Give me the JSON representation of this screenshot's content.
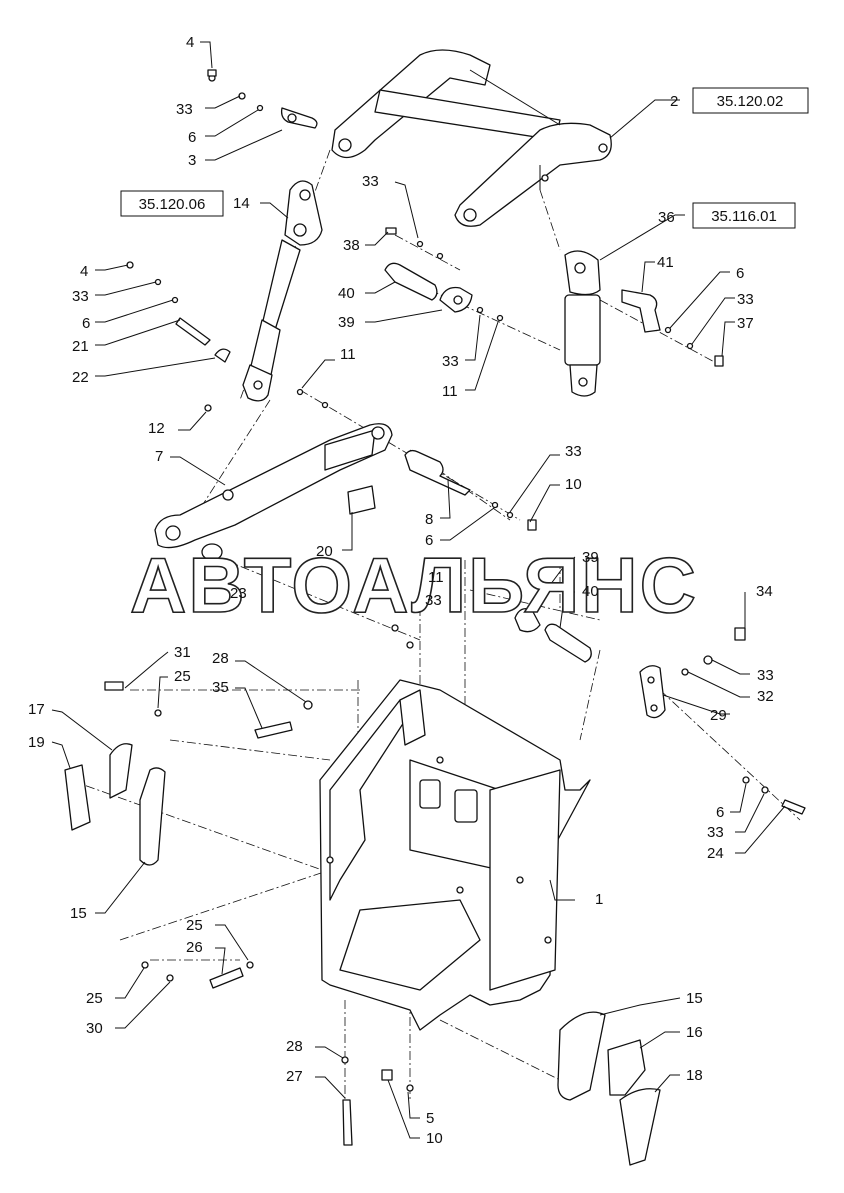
{
  "watermark": "АВТОАЛЬЯНС",
  "refs": [
    {
      "id": "ref-35-120-02",
      "text": "35.120.02"
    },
    {
      "id": "ref-35-120-06",
      "text": "35.120.06"
    },
    {
      "id": "ref-35-116-01",
      "text": "35.116.01"
    }
  ],
  "callouts": [
    "1",
    "2",
    "3",
    "4",
    "5",
    "6",
    "7",
    "8",
    "10",
    "11",
    "12",
    "14",
    "15",
    "16",
    "17",
    "18",
    "19",
    "20",
    "21",
    "22",
    "23",
    "24",
    "25",
    "26",
    "27",
    "28",
    "29",
    "30",
    "31",
    "32",
    "33",
    "34",
    "35",
    "36",
    "37",
    "38",
    "39",
    "40",
    "41"
  ]
}
